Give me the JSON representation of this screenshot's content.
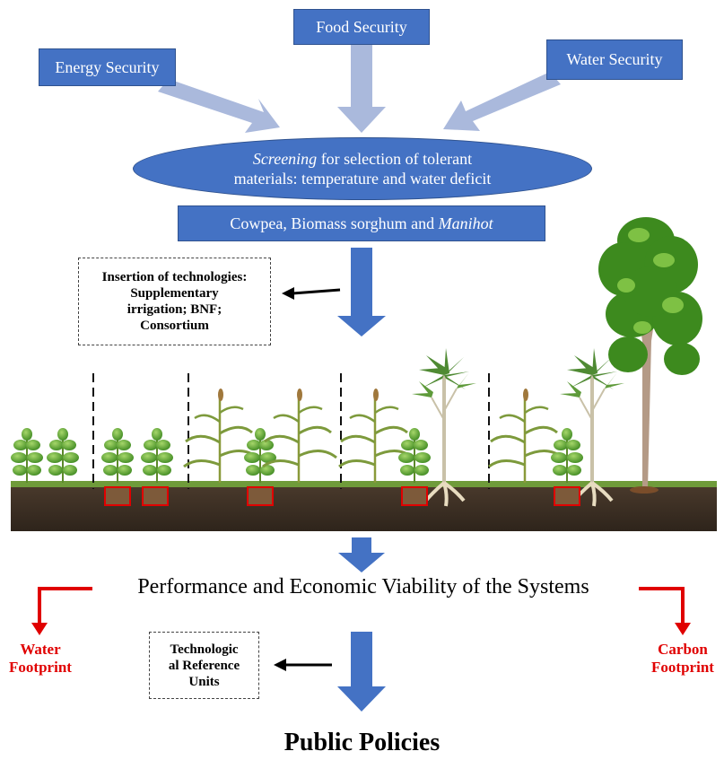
{
  "top_boxes": {
    "energy": "Energy Security",
    "food": "Food Security",
    "water": "Water Security"
  },
  "ellipse": {
    "screening_word": "Screening",
    "line1_rest": " for selection of tolerant",
    "line2": "materials: temperature and water deficit"
  },
  "crops": {
    "text": "Cowpea, Biomass sorghum and ",
    "italic": "Manihot"
  },
  "technologies": {
    "line1": "Insertion of technologies:",
    "line2": "Supplementary",
    "line3": "irrigation; BNF;",
    "line4": "Consortium"
  },
  "performance": "Performance and Economic Viability of the Systems",
  "water_footprint": {
    "line1": "Water",
    "line2": "Footprint"
  },
  "carbon_footprint": {
    "line1": "Carbon",
    "line2": "Footprint"
  },
  "reference_units": {
    "line1": "Technologic",
    "line2": "al Reference",
    "line3": "Units"
  },
  "public_policies": "Public Policies",
  "colors": {
    "box_blue": "#4472c4",
    "arrow_light": "#aab9dc",
    "arrow_blue": "#4472c4",
    "red": "#e00000"
  }
}
